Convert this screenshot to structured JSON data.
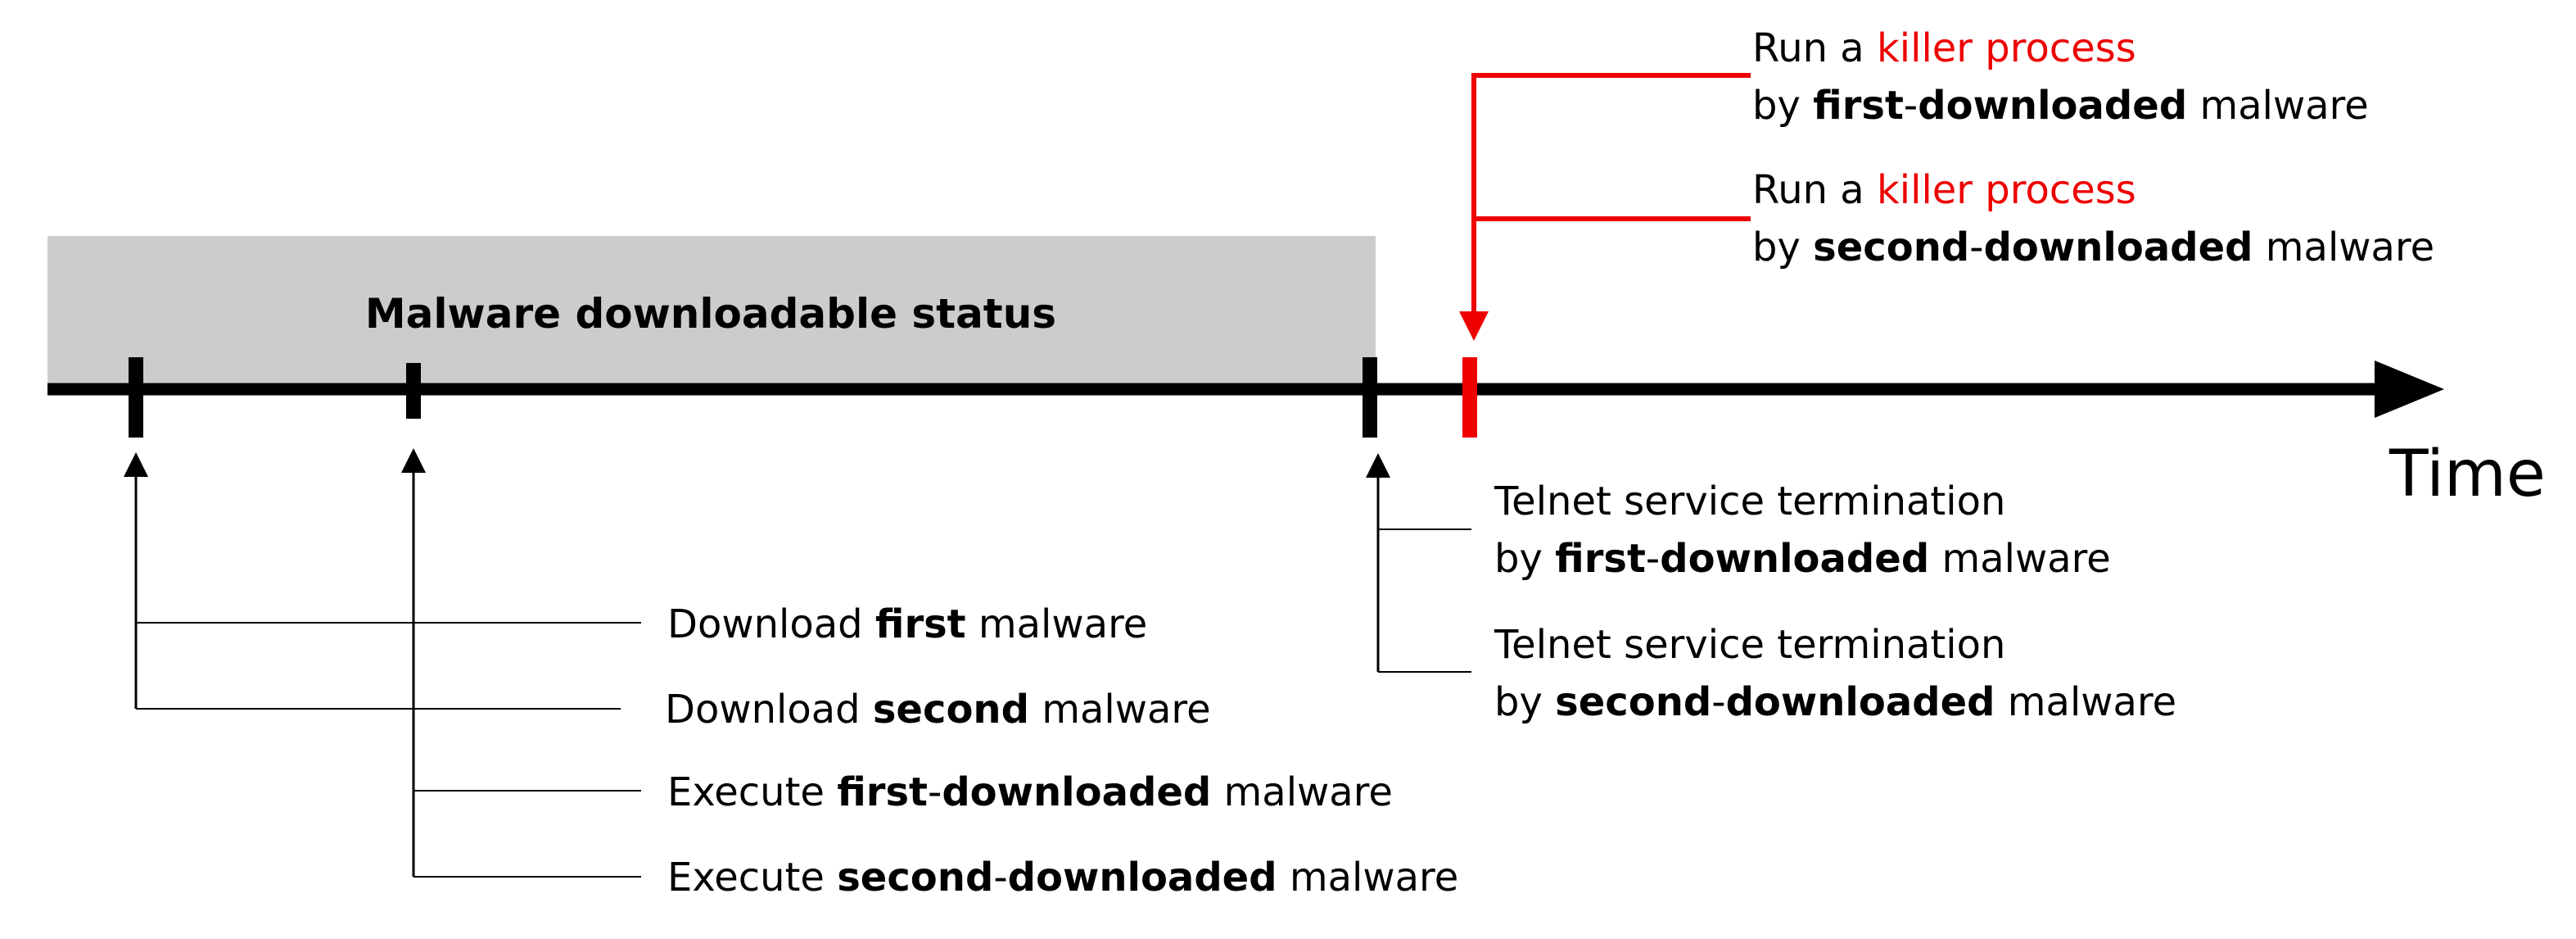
{
  "colors": {
    "accent_red": "#ee0000",
    "status_region": "#cccccc",
    "ink": "#000000"
  },
  "status_region": {
    "label": "Malware downloadable status"
  },
  "axis": {
    "label": "Time"
  },
  "events_left": [
    {
      "pre": "Download ",
      "bold": "first",
      "post": " malware"
    },
    {
      "pre": "Download ",
      "bold": "second",
      "post": " malware"
    },
    {
      "pre": "Execute ",
      "bold": "first",
      "mid": "-",
      "bold2": "downloaded",
      "post": " malware"
    },
    {
      "pre": "Execute ",
      "bold": "second",
      "mid": "-",
      "bold2": "downloaded",
      "post": " malware"
    }
  ],
  "events_middle": [
    {
      "line1": "Telnet service termination",
      "pre": "by ",
      "bold": "first",
      "mid": "-",
      "bold2": "downloaded",
      "post": " malware"
    },
    {
      "line1": "Telnet service termination",
      "pre": "by ",
      "bold": "second",
      "mid": "-",
      "bold2": "downloaded",
      "post": " malware"
    }
  ],
  "events_right": [
    {
      "line1_pre": "Run a ",
      "line1_red": "killer process",
      "pre": "by ",
      "bold": "first",
      "mid": "-",
      "bold2": "downloaded",
      "post": " malware"
    },
    {
      "line1_pre": "Run a ",
      "line1_red": "killer process",
      "pre": "by ",
      "bold": "second",
      "mid": "-",
      "bold2": "downloaded",
      "post": " malware"
    }
  ]
}
